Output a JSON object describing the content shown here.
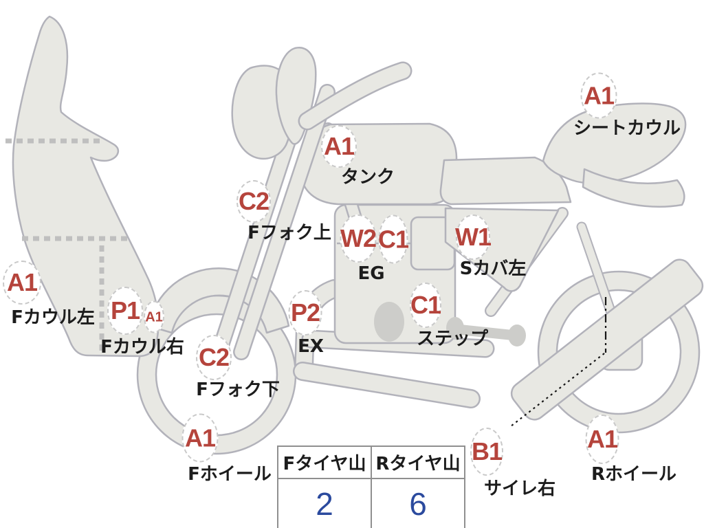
{
  "diagram": {
    "type": "motorcycle-condition-map",
    "markers": [
      {
        "code": "A1",
        "label": "Fカウル左"
      },
      {
        "code": "P1",
        "label": "Fカウル右"
      },
      {
        "code": "A1",
        "label": ""
      },
      {
        "code": "C2",
        "label": "Fフォク上"
      },
      {
        "code": "C2",
        "label": "Fフォク下"
      },
      {
        "code": "A1",
        "label": "タンク"
      },
      {
        "code": "W2",
        "label": "EG"
      },
      {
        "code": "C1",
        "label": ""
      },
      {
        "code": "W1",
        "label": "Sカバ左"
      },
      {
        "code": "P2",
        "label": "EX"
      },
      {
        "code": "C1",
        "label": "ステップ"
      },
      {
        "code": "A1",
        "label": "シートカウル"
      },
      {
        "code": "A1",
        "label": "Fホイール"
      },
      {
        "code": "B1",
        "label": "サイレ右"
      },
      {
        "code": "A1",
        "label": "Rホイール"
      }
    ],
    "colors": {
      "code_text": "#b5443c",
      "label_text": "#1c1c1c",
      "body_fill": "#e8e8e3",
      "body_stroke": "#b2b2ba",
      "tire_value_text": "#2b4a9e"
    }
  },
  "tire_table": {
    "headers": [
      "Fタイヤ山",
      "Rタイヤ山"
    ],
    "values": [
      "2",
      "6"
    ]
  }
}
